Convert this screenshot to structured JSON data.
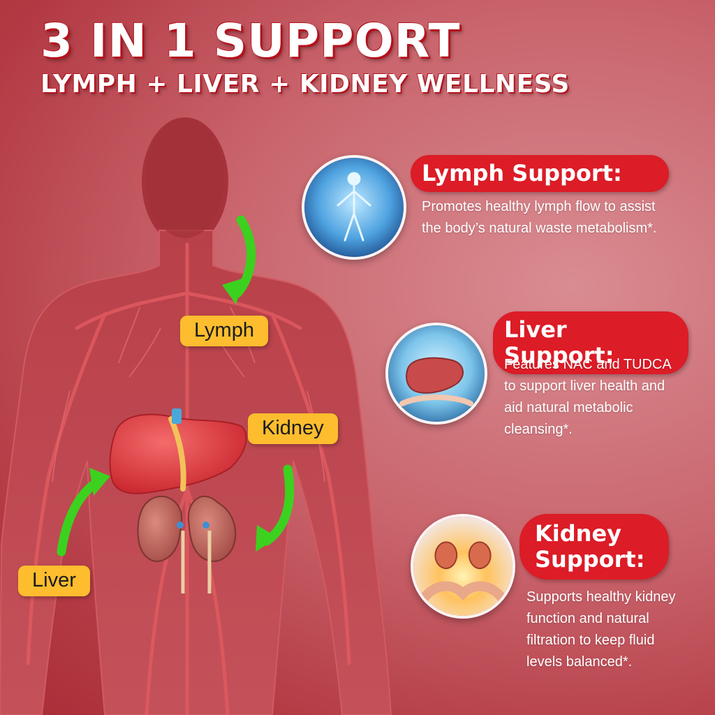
{
  "header": {
    "title": "3 IN 1 SUPPORT",
    "subtitle": "LYMPH + LIVER + KIDNEY WELLNESS"
  },
  "labels": {
    "lymph": "Lymph",
    "kidney": "Kidney",
    "liver": "Liver"
  },
  "features": [
    {
      "title": "Lymph Support:",
      "description_lines": [
        "Promotes healthy lymph flow to assist",
        "the body’s natural waste metabolism*."
      ],
      "icon": "lymph-body-icon"
    },
    {
      "title": "Liver Support:",
      "description_lines": [
        "Features NAC and TUDCA",
        "to support liver health and",
        "aid natural metabolic",
        "cleansing*."
      ],
      "icon": "liver-hologram-icon"
    },
    {
      "title_lines": [
        "Kidney",
        "Support:"
      ],
      "description_lines": [
        "Supports healthy kidney",
        "function and natural",
        "filtration to keep fluid",
        "levels balanced*."
      ],
      "icon": "kidney-hands-icon"
    }
  ],
  "colors": {
    "accent_red": "#dc1c27",
    "label_yellow": "#fdbd2e",
    "arrow_green": "#3cd11f",
    "background": "#c9646c"
  }
}
